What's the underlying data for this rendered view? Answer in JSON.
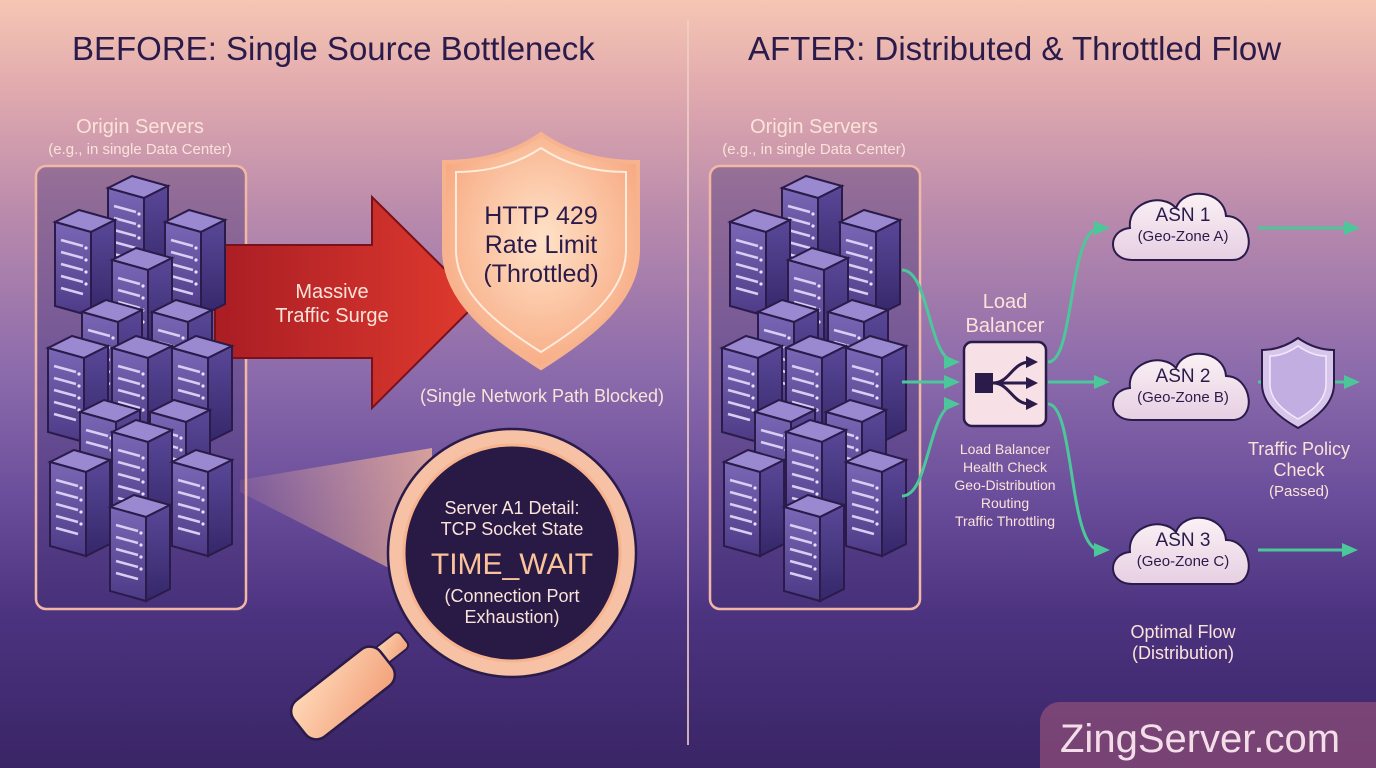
{
  "before": {
    "title": "BEFORE: Single Source Bottleneck",
    "origin_title": "Origin Servers",
    "origin_sub": "(e.g., in single Data Center)",
    "surge_line1": "Massive",
    "surge_line2": "Traffic Surge",
    "shield_line1": "HTTP 429",
    "shield_line2": "Rate Limit",
    "shield_line3": "(Throttled)",
    "blocked_note": "(Single Network Path Blocked)",
    "magnifier_line1": "Server A1 Detail:",
    "magnifier_line2": "TCP Socket State",
    "magnifier_state": "TIME_WAIT",
    "magnifier_line3": "(Connection Port",
    "magnifier_line4": "Exhaustion)"
  },
  "after": {
    "title": "AFTER: Distributed & Throttled Flow",
    "origin_title": "Origin Servers",
    "origin_sub": "(e.g., in single Data Center)",
    "lb_title_1": "Load",
    "lb_title_2": "Balancer",
    "lb_features": [
      "Load Balancer",
      "Health Check",
      "Geo-Distribution",
      "Routing",
      "Traffic Throttling"
    ],
    "asns": [
      {
        "name": "ASN 1",
        "zone": "(Geo-Zone A)"
      },
      {
        "name": "ASN 2",
        "zone": "(Geo-Zone B)"
      },
      {
        "name": "ASN 3",
        "zone": "(Geo-Zone C)"
      }
    ],
    "policy_line1": "Traffic Policy",
    "policy_line2": "Check",
    "policy_status": "(Passed)",
    "flow_line1": "Optimal Flow",
    "flow_line2": "(Distribution)"
  },
  "watermark": "ZingServer.com",
  "colors": {
    "arrow_red": "#d02a2a",
    "flow_green": "#4cc79a",
    "title_dark": "#2a1b4a",
    "shield_peach": "#fcc39a"
  }
}
